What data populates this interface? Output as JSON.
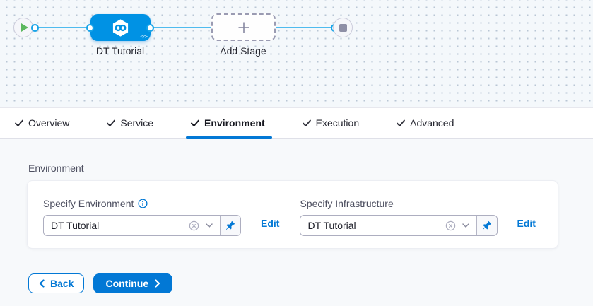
{
  "canvas": {
    "stage_label": "DT Tutorial",
    "add_stage_label": "Add Stage"
  },
  "tabs": [
    {
      "label": "Overview",
      "checked": true,
      "active": false
    },
    {
      "label": "Service",
      "checked": true,
      "active": false
    },
    {
      "label": "Environment",
      "checked": true,
      "active": true
    },
    {
      "label": "Execution",
      "checked": true,
      "active": false
    },
    {
      "label": "Advanced",
      "checked": true,
      "active": false
    }
  ],
  "content": {
    "section_title": "Environment",
    "fields": [
      {
        "label": "Specify Environment",
        "has_info": true,
        "value": "DT Tutorial",
        "edit_label": "Edit"
      },
      {
        "label": "Specify Infrastructure",
        "has_info": false,
        "value": "DT Tutorial",
        "edit_label": "Edit"
      }
    ]
  },
  "footer": {
    "back_label": "Back",
    "continue_label": "Continue"
  },
  "icons": {
    "code": "</>",
    "stage_icon": "cd-infinity-hexagon",
    "start": "play-icon",
    "end": "stop-icon",
    "names": [
      "play-icon",
      "stop-icon",
      "plus-icon",
      "check-icon",
      "info-icon",
      "clear-circle-icon",
      "chevron-down-icon",
      "pin-icon",
      "chevron-left-icon",
      "chevron-right-icon"
    ]
  },
  "colors": {
    "primary": "#0278d5",
    "stage_node": "#0092e4",
    "connector_line": "#4fbbee",
    "play_green": "#5cb85f",
    "canvas_bg": "#f4f8fb",
    "content_bg": "#f7f9fb"
  }
}
